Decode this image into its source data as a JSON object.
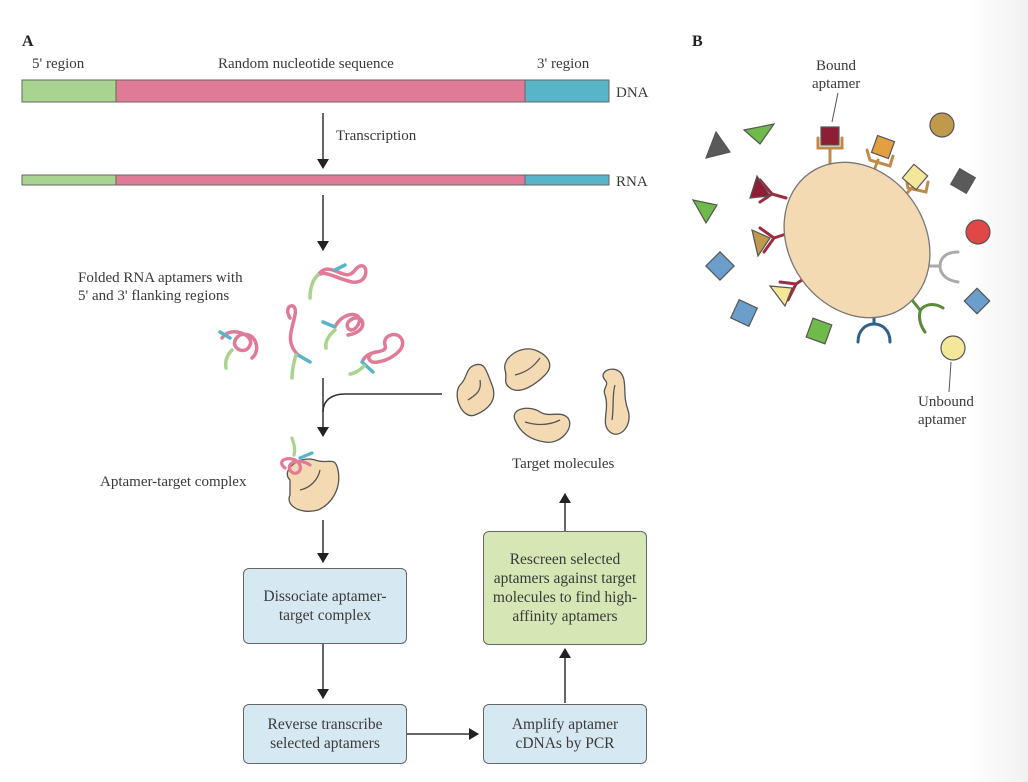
{
  "panel_a": {
    "label": "A",
    "region_5": "5' region",
    "region_random": "Random nucleotide sequence",
    "region_3": "3' region",
    "dna_label": "DNA",
    "rna_label": "RNA",
    "transcription": "Transcription",
    "folded_line1": "Folded RNA aptamers with",
    "folded_line2": "5' and 3' flanking regions",
    "complex_label": "Aptamer-target complex",
    "targets_label": "Target molecules",
    "steps": {
      "dissociate": "Dissociate aptamer-target complex",
      "reverse": "Reverse transcribe selected aptamers",
      "amplify": "Amplify aptamer cDNAs by PCR",
      "rescreen": "Rescreen selected aptamers against target molecules to find high-affinity aptamers"
    }
  },
  "panel_b": {
    "label": "B",
    "bound_line1": "Bound",
    "bound_line2": "aptamer",
    "unbound_line1": "Unbound",
    "unbound_line2": "aptamer"
  },
  "colors": {
    "region5": "#a8d48f",
    "random": "#e07b97",
    "region3": "#58b4c8",
    "target": "#f3dab3",
    "step_blue": "#d6e8f2",
    "step_green": "#d6e6b4"
  }
}
